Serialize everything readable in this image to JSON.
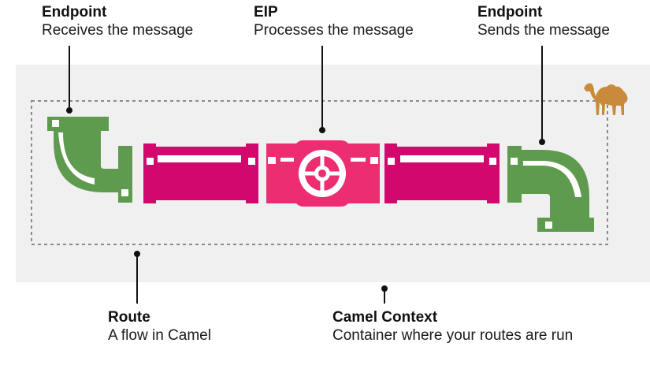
{
  "labels": {
    "endpoint_in": {
      "title": "Endpoint",
      "subtitle": "Receives the message"
    },
    "eip": {
      "title": "EIP",
      "subtitle": "Processes the message"
    },
    "endpoint_out": {
      "title": "Endpoint",
      "subtitle": "Sends the message"
    },
    "route": {
      "title": "Route",
      "subtitle": "A flow in Camel"
    },
    "camel_context": {
      "title": "Camel Context",
      "subtitle": "Container where your routes are run"
    }
  },
  "colors": {
    "context_background": "#f0f0f0",
    "route_border": "#8a8a8a",
    "endpoint_pipe": "#5f9b4f",
    "route_pipe": "#d3086f",
    "eip_valve": "#ec2d72",
    "highlight": "#ffffff",
    "camel": "#c98a3b"
  },
  "icons": {
    "camel": "camel-icon",
    "elbow_in": "elbow-pipe-icon",
    "elbow_out": "elbow-pipe-icon",
    "valve": "valve-wheel-icon"
  }
}
